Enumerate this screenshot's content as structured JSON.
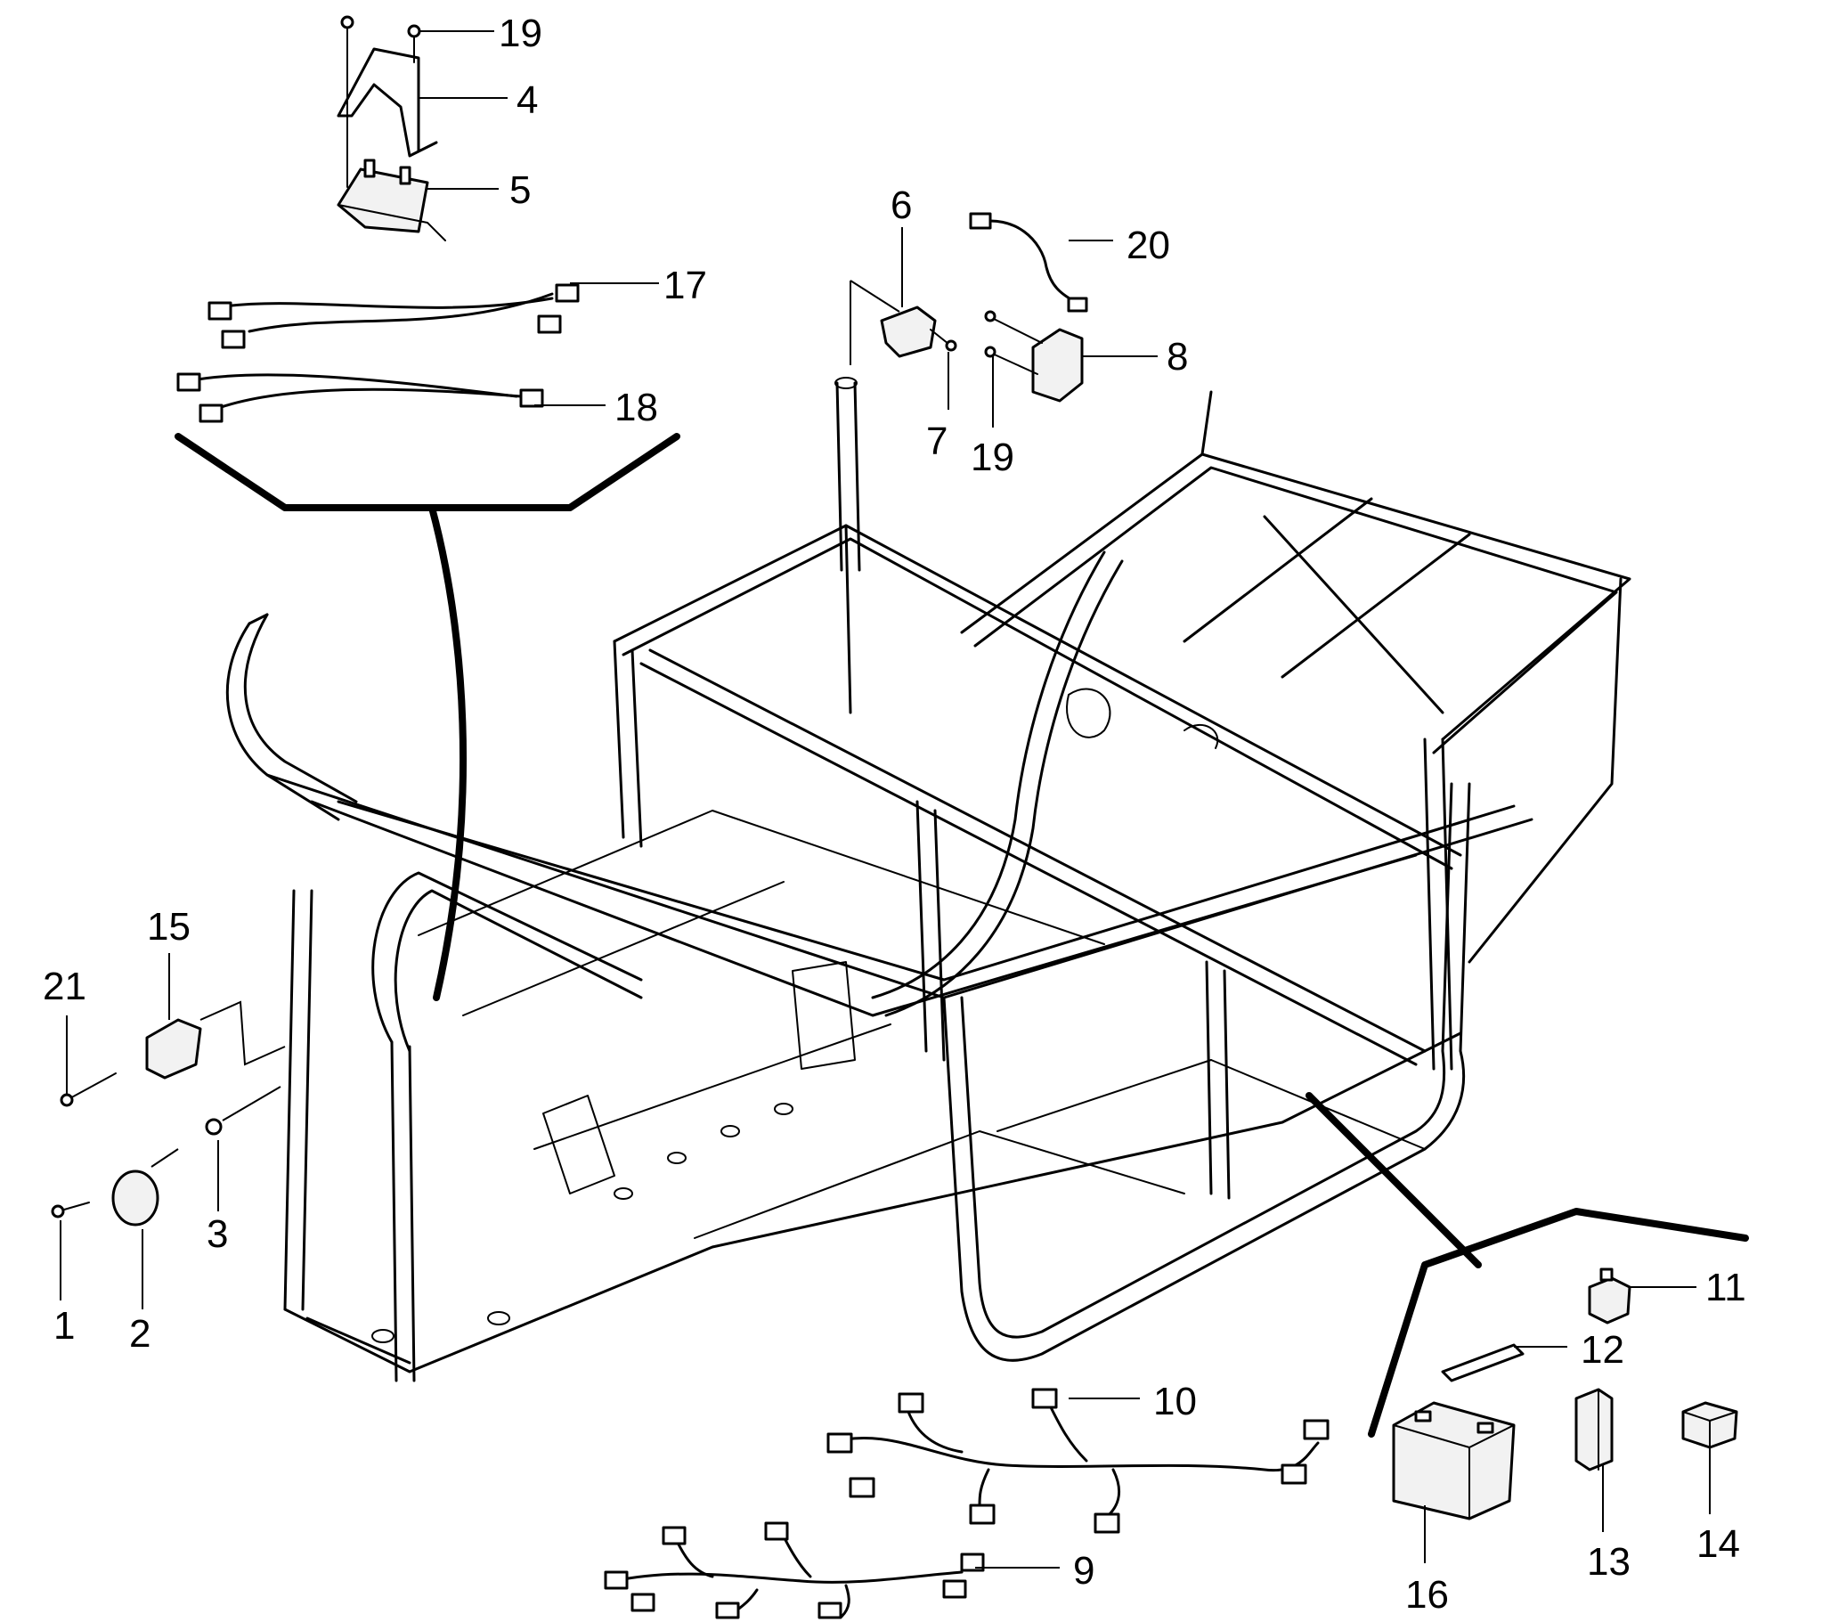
{
  "diagram": {
    "callouts": [
      {
        "id": "c1",
        "text": "1"
      },
      {
        "id": "c2",
        "text": "2"
      },
      {
        "id": "c3",
        "text": "3"
      },
      {
        "id": "c4",
        "text": "4"
      },
      {
        "id": "c5",
        "text": "5"
      },
      {
        "id": "c6",
        "text": "6"
      },
      {
        "id": "c7",
        "text": "7"
      },
      {
        "id": "c8",
        "text": "8"
      },
      {
        "id": "c9",
        "text": "9"
      },
      {
        "id": "c10",
        "text": "10"
      },
      {
        "id": "c11",
        "text": "11"
      },
      {
        "id": "c12",
        "text": "12"
      },
      {
        "id": "c13",
        "text": "13"
      },
      {
        "id": "c14",
        "text": "14"
      },
      {
        "id": "c15",
        "text": "15"
      },
      {
        "id": "c16",
        "text": "16"
      },
      {
        "id": "c17",
        "text": "17"
      },
      {
        "id": "c18",
        "text": "18"
      },
      {
        "id": "c19a",
        "text": "19"
      },
      {
        "id": "c19b",
        "text": "19"
      },
      {
        "id": "c20",
        "text": "20"
      },
      {
        "id": "c21",
        "text": "21"
      }
    ]
  }
}
